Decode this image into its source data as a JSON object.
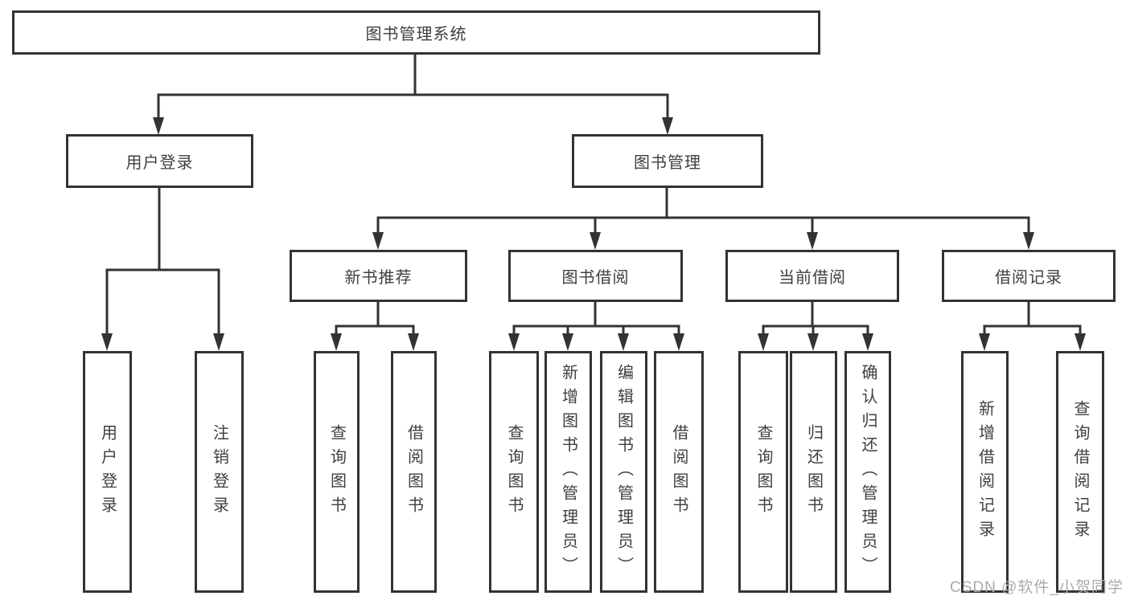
{
  "diagram": {
    "type": "hierarchy-tree",
    "background_color": "#ffffff",
    "line_color": "#333333",
    "box_border_color": "#333333",
    "text_color": "#3f3f3f"
  },
  "nodes": {
    "root": "图书管理系统",
    "user_login": "用户登录",
    "book_management": "图书管理",
    "new_book_recommend": "新书推荐",
    "book_borrowing": "图书借阅",
    "current_borrowing": "当前借阅",
    "borrowing_records": "借阅记录",
    "leaf_user_login": "用户登录",
    "leaf_logout": "注销登录",
    "leaf_query_books_recommend": "查询图书",
    "leaf_borrow_books_recommend": "借阅图书",
    "leaf_query_books_borrowing": "查询图书",
    "leaf_add_book_admin": "新增图书（管理员）",
    "leaf_edit_book_admin": "编辑图书（管理员）",
    "leaf_borrow_books_borrowing": "借阅图书",
    "leaf_query_books_current": "查询图书",
    "leaf_return_books": "归还图书",
    "leaf_confirm_return_admin": "确认归还（管理员）",
    "leaf_add_borrow_record": "新增借阅记录",
    "leaf_query_borrow_record": "查询借阅记录"
  },
  "hierarchy": {
    "root": "图书管理系统",
    "children": [
      {
        "label": "用户登录",
        "children": [
          "用户登录",
          "注销登录"
        ]
      },
      {
        "label": "图书管理",
        "children": [
          {
            "label": "新书推荐",
            "children": [
              "查询图书",
              "借阅图书"
            ]
          },
          {
            "label": "图书借阅",
            "children": [
              "查询图书",
              "新增图书（管理员）",
              "编辑图书（管理员）",
              "借阅图书"
            ]
          },
          {
            "label": "当前借阅",
            "children": [
              "查询图书",
              "归还图书",
              "确认归还（管理员）"
            ]
          },
          {
            "label": "借阅记录",
            "children": [
              "新增借阅记录",
              "查询借阅记录"
            ]
          }
        ]
      }
    ]
  },
  "watermark": {
    "text": "CSDN @软件_小贺同学",
    "color": "#ababab"
  }
}
